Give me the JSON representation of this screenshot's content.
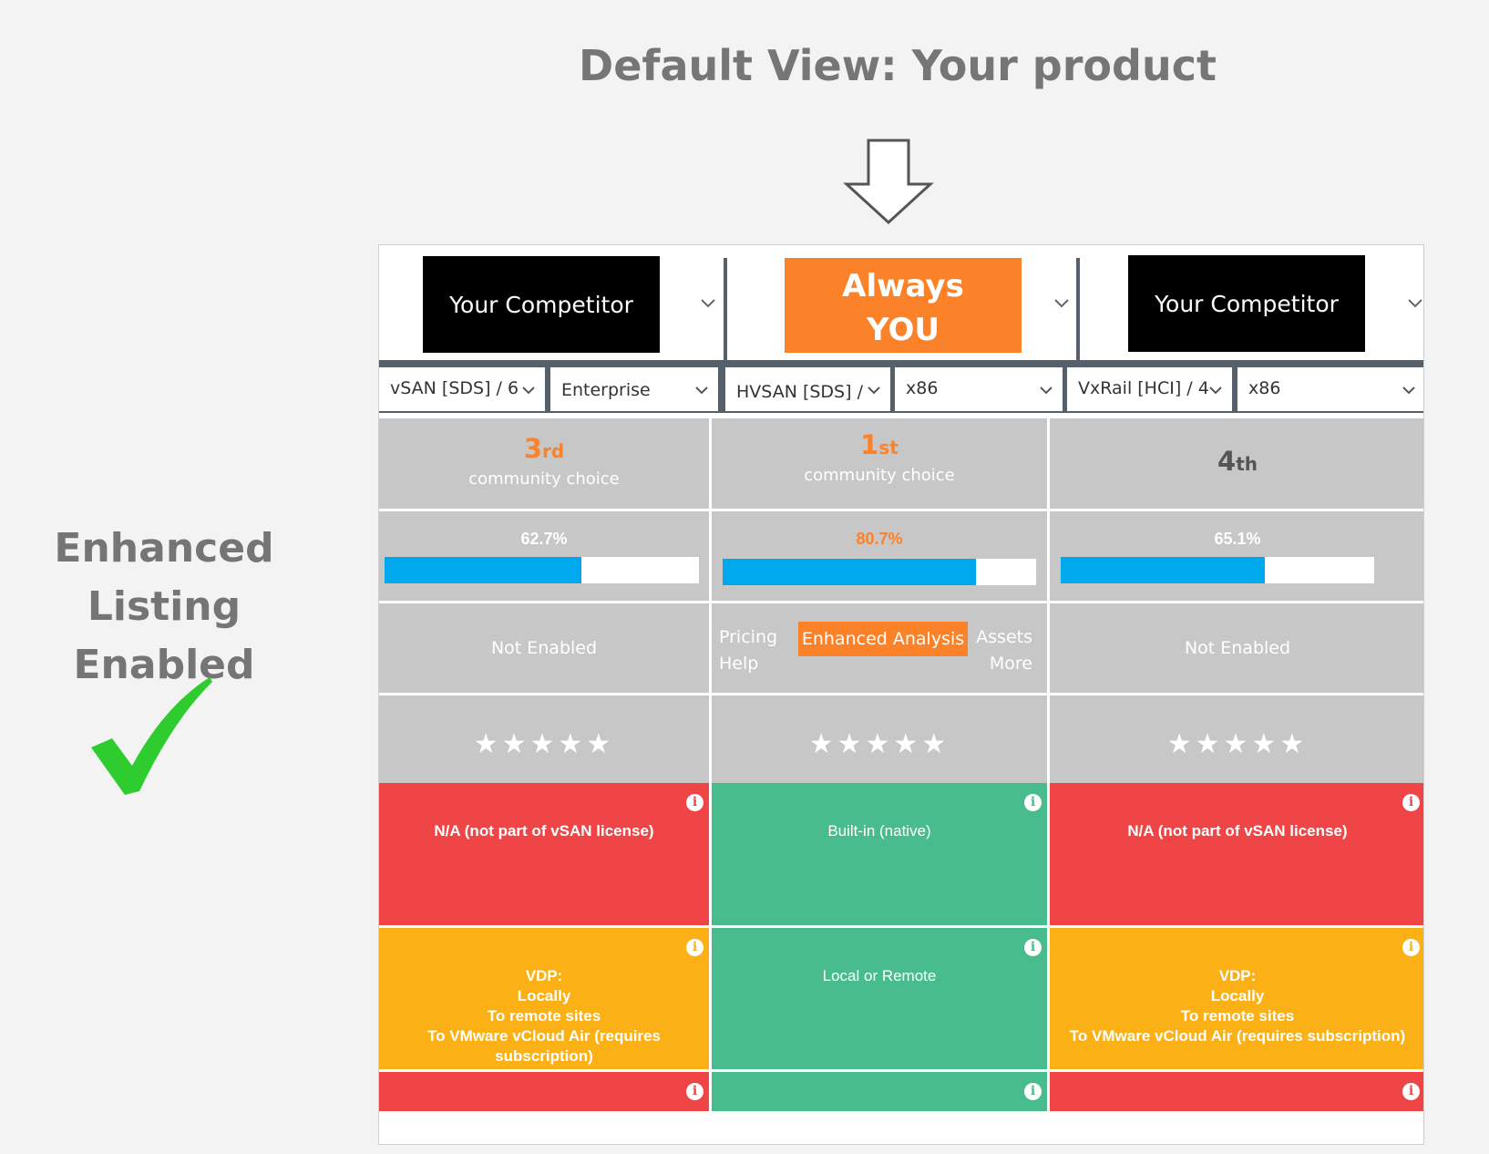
{
  "heading": "Default View: Your product",
  "side_title_line1": "Enhanced Listing",
  "side_title_line2": "Enabled",
  "icons": {
    "arrow": "down-arrow-icon",
    "check": "checkmark-icon",
    "chevron": "chevron-down-icon",
    "info": "info-icon",
    "star": "star-icon"
  },
  "colors": {
    "orange": "#fb8228",
    "blue": "#00a8ed",
    "red": "#ef4546",
    "green": "#49bc8e",
    "yellow": "#fbb116",
    "check": "#2ecc2e"
  },
  "columns": [
    {
      "badge": "Your Competitor",
      "product": "vSAN [SDS] / 6",
      "edition": "Enterprise",
      "rank_num": "3",
      "rank_suffix": "rd",
      "rank_sub": "community choice",
      "score": "62.7%",
      "score_value": 62.7,
      "listing": "Not Enabled",
      "stars": "★★★★★",
      "feature1": "N/A (not part of vSAN license)",
      "feature2_lines": [
        "VDP:",
        "Locally",
        "To remote sites",
        "To VMware vCloud Air (requires subscription)"
      ]
    },
    {
      "badge_line1": "Always",
      "badge_line2": "YOU",
      "product": "HVSAN [SDS] /",
      "edition": "x86",
      "rank_num": "1",
      "rank_suffix": "st",
      "rank_sub": "community choice",
      "score": "80.7%",
      "score_value": 80.7,
      "links": {
        "pricing": "Pricing",
        "enhanced": "Enhanced Analysis",
        "assets": "Assets",
        "help": "Help",
        "more": "More"
      },
      "stars": "★★★★★",
      "feature1": "Built-in (native)",
      "feature2": "Local or Remote"
    },
    {
      "badge": "Your Competitor",
      "product": "VxRail [HCI] / 4",
      "edition": "x86",
      "rank_num": "4",
      "rank_suffix": "th",
      "score": "65.1%",
      "score_value": 65.1,
      "listing": "Not Enabled",
      "stars": "★★★★★",
      "feature1": "N/A (not part of vSAN license)",
      "feature2_lines": [
        "VDP:",
        "Locally",
        "To remote sites",
        "To VMware vCloud Air (requires subscription)"
      ]
    }
  ]
}
